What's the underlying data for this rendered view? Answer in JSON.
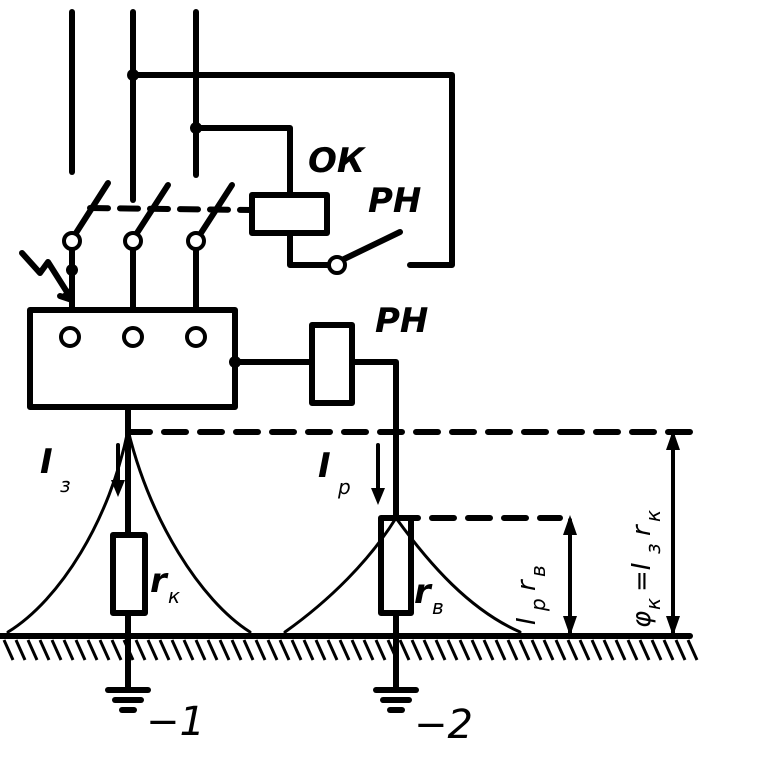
{
  "labels": {
    "ok": "ОК",
    "rn_top": "РН",
    "rn_mid": "РН",
    "i_z": "I",
    "i_z_sub": "з",
    "i_p": "I",
    "i_p_sub": "р",
    "r_k": "r",
    "r_k_sub": "к",
    "r_v": "r",
    "r_v_sub": "в",
    "ground_1": "−1",
    "ground_2": "−2",
    "eq_left": "I",
    "eq_left_sub": "р",
    "eq_left_r": "r",
    "eq_left_r_sub": "в",
    "eq_right": "φ",
    "eq_right_sub": "к",
    "eq_right_rhs": "=I",
    "eq_right_rhs_sub": "з",
    "eq_right_r": "r",
    "eq_right_r_sub": "к"
  }
}
